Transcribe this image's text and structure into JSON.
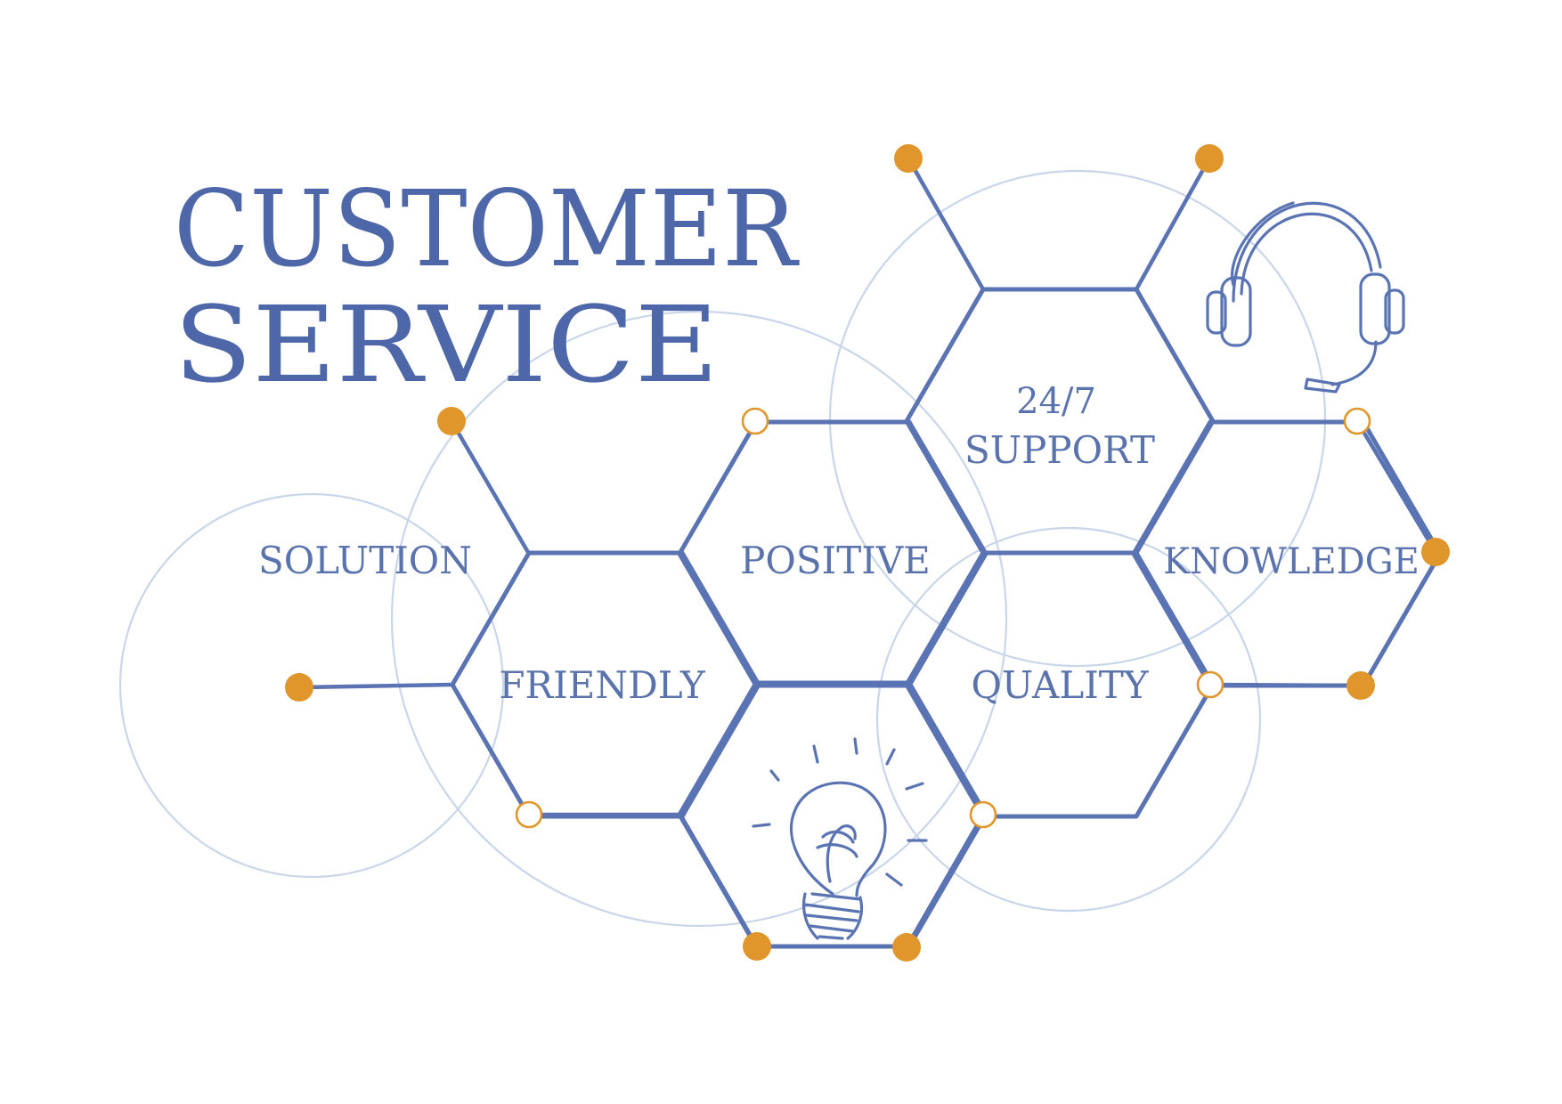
{
  "title": {
    "line1": "CUSTOMER",
    "line2": "SERVICE"
  },
  "cells": [
    {
      "id": "support",
      "line1": "24/7",
      "line2": "SUPPORT"
    },
    {
      "id": "positive",
      "label": "POSITIVE"
    },
    {
      "id": "knowledge",
      "label": "KNOWLEDGE"
    },
    {
      "id": "friendly",
      "label": "FRIENDLY"
    },
    {
      "id": "quality",
      "label": "QUALITY"
    },
    {
      "id": "solution",
      "label": "SOLUTION"
    }
  ],
  "icons": {
    "headset": "headset-icon",
    "lightbulb": "lightbulb-icon"
  },
  "colors": {
    "line": "#5a73b3",
    "text": "#5a73ac",
    "accent": "#e0962a",
    "ring": "#c9d6ea",
    "background": "#ffffff"
  }
}
